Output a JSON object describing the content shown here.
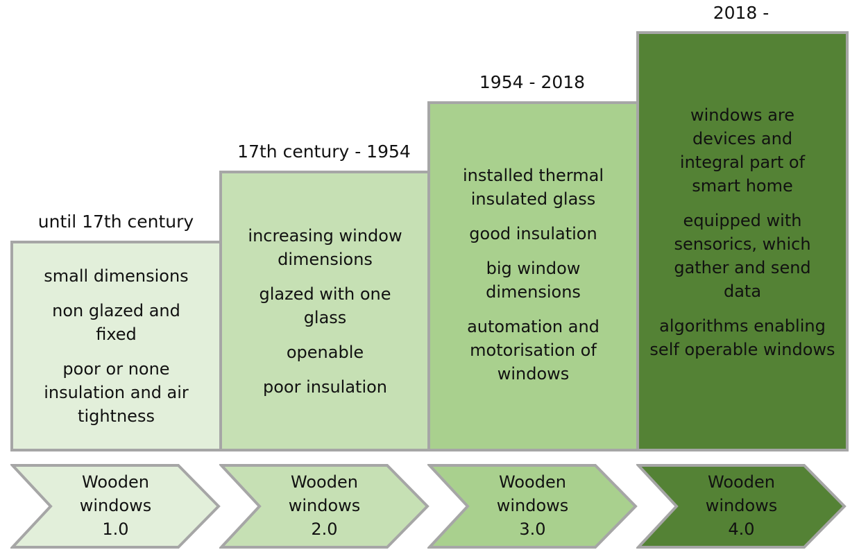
{
  "colors": {
    "stage1": "#e2efda",
    "stage2": "#c6e0b4",
    "stage3": "#a9d08e",
    "stage4": "#548235",
    "border": "#a6a6a6"
  },
  "stages": [
    {
      "period": "until 17th century",
      "items": [
        "small dimensions",
        "non glazed and fixed",
        "poor or none insulation and air tightness"
      ],
      "label_line1": "Wooden",
      "label_line2": "windows",
      "label_line3": "1.0"
    },
    {
      "period": "17th century - 1954",
      "items": [
        "increasing window dimensions",
        "glazed with one glass",
        "openable",
        "poor insulation"
      ],
      "label_line1": "Wooden",
      "label_line2": "windows",
      "label_line3": "2.0"
    },
    {
      "period": "1954 - 2018",
      "items": [
        "installed thermal insulated glass",
        "good insulation",
        "big window dimensions",
        "automation and motorisation of windows"
      ],
      "label_line1": "Wooden",
      "label_line2": "windows",
      "label_line3": "3.0"
    },
    {
      "period": "2018 -",
      "items": [
        "windows are devices and integral part of smart home",
        "equipped with sensorics, which gather and send data",
        "algorithms enabling self operable windows"
      ],
      "label_line1": "Wooden",
      "label_line2": "windows",
      "label_line3": "4.0"
    }
  ]
}
